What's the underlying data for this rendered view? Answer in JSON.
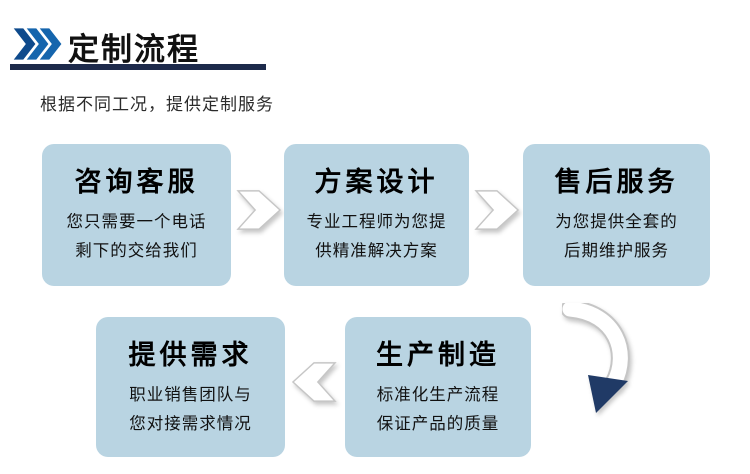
{
  "header": {
    "title": "定制流程",
    "subtitle": "根据不同工况，提供定制服务",
    "accent_color": "#14569e",
    "underline_color": "#1d2a4b"
  },
  "flow": {
    "box_color": "#b9d4e2",
    "arrow_head_color": "#203a66",
    "steps": [
      {
        "title": "咨询客服",
        "line1": "您只需要一个电话",
        "line2": "剩下的交给我们"
      },
      {
        "title": "方案设计",
        "line1": "专业工程师为您提",
        "line2": "供精准解决方案"
      },
      {
        "title": "售后服务",
        "line1": "为您提供全套的",
        "line2": "后期维护服务"
      },
      {
        "title": "提供需求",
        "line1": "职业销售团队与",
        "line2": "您对接需求情况"
      },
      {
        "title": "生产制造",
        "line1": "标准化生产流程",
        "line2": "保证产品的质量"
      }
    ]
  }
}
